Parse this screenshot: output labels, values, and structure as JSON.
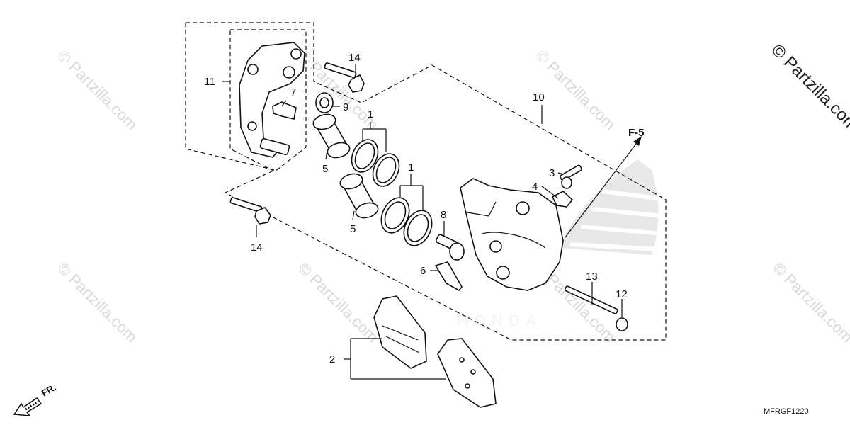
{
  "callouts": {
    "c1a": "1",
    "c1b": "1",
    "c2": "2",
    "c3": "3",
    "c4": "4",
    "c5a": "5",
    "c5b": "5",
    "c6": "6",
    "c7": "7",
    "c8": "8",
    "c9": "9",
    "c10": "10",
    "c11": "11",
    "c12": "12",
    "c13": "13",
    "c14a": "14",
    "c14b": "14"
  },
  "reference": "F-5",
  "direction": "FR.",
  "diagram_code": "MFRGF1220",
  "watermark": "© Partzilla.com",
  "watermark_right": "© Partzilla.com",
  "watermark_brand": "HONDA"
}
